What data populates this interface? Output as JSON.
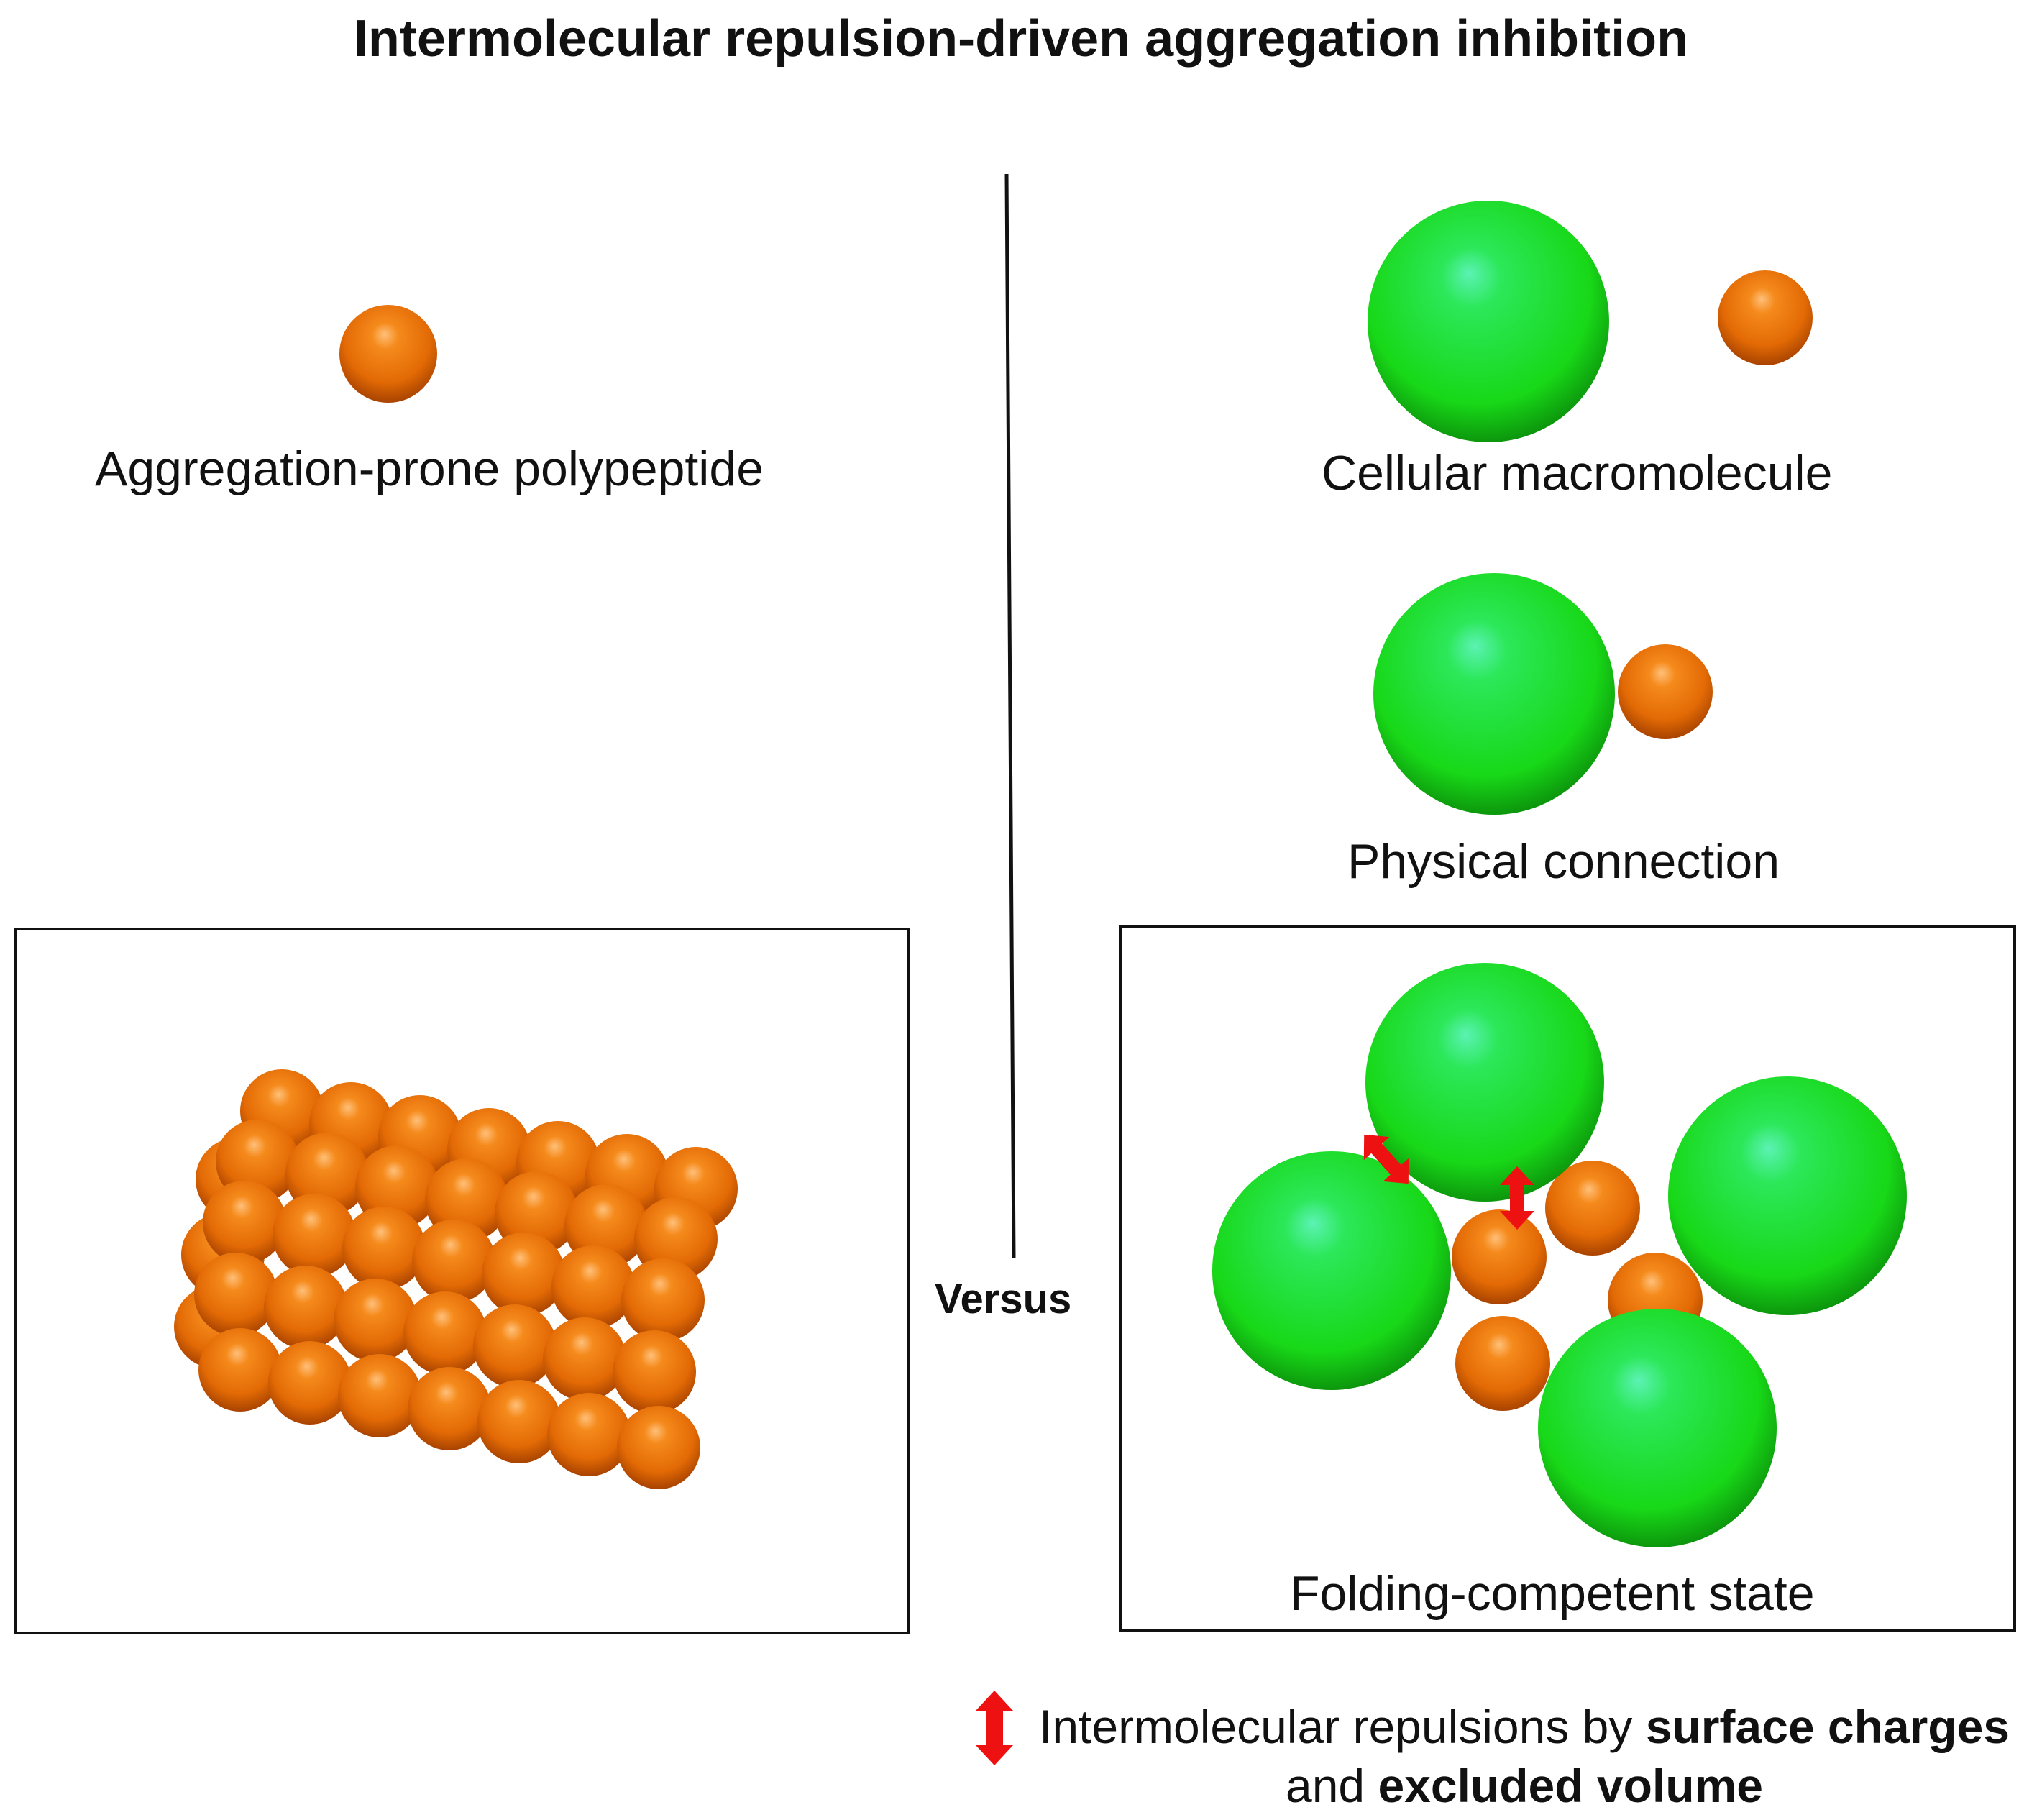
{
  "title": "Intermolecular repulsion-driven aggregation inhibition",
  "labels": {
    "polypeptide": "Aggregation-prone polypeptide",
    "macromolecule": "Cellular macromolecule",
    "connection": "Physical connection",
    "folding_state": "Folding-competent state",
    "versus": "Versus"
  },
  "legend": {
    "prefix": "Intermolecular repulsions by ",
    "bold1": "surface charges",
    "middle": "and ",
    "bold2": "excluded volume"
  },
  "colors": {
    "polypeptide": "#e8720c",
    "macromolecule": "#22e022",
    "repulsion_arrow": "#ee1111"
  }
}
